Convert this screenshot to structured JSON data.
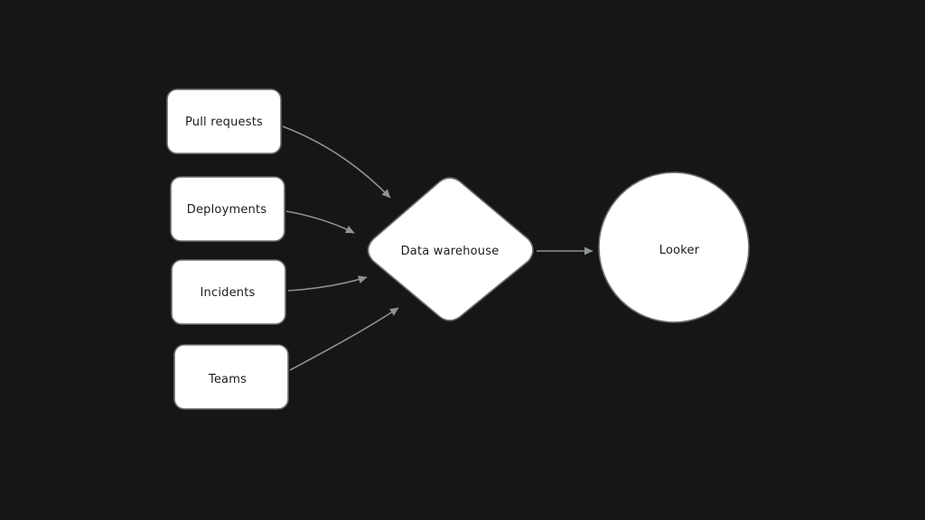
{
  "diagram": {
    "background_color": "#161616",
    "node_fill_color": "#ffffff",
    "node_stroke_color": "#6b6b6b",
    "edge_color": "#8e9294",
    "text_color": "#1c1c1c",
    "nodes": {
      "pull_requests": {
        "label": "Pull requests",
        "shape": "rounded-rectangle"
      },
      "deployments": {
        "label": "Deployments",
        "shape": "rounded-rectangle"
      },
      "incidents": {
        "label": "Incidents",
        "shape": "rounded-rectangle"
      },
      "teams": {
        "label": "Teams",
        "shape": "rounded-rectangle"
      },
      "data_warehouse": {
        "label": "Data warehouse",
        "shape": "diamond"
      },
      "looker": {
        "label": "Looker",
        "shape": "circle"
      }
    },
    "edges": [
      {
        "from": "pull_requests",
        "to": "data_warehouse"
      },
      {
        "from": "deployments",
        "to": "data_warehouse"
      },
      {
        "from": "incidents",
        "to": "data_warehouse"
      },
      {
        "from": "teams",
        "to": "data_warehouse"
      },
      {
        "from": "data_warehouse",
        "to": "looker"
      }
    ]
  }
}
